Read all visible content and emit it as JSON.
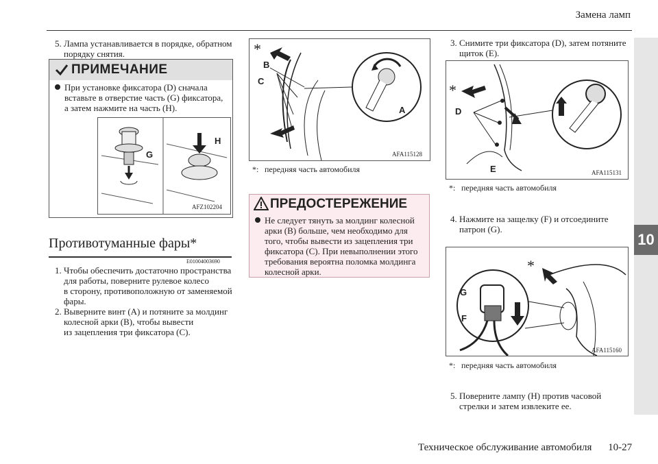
{
  "header": {
    "title": "Замена ламп"
  },
  "side_tab": {
    "chapter": "10"
  },
  "col1": {
    "step5": "5. Лампа устанавливается в порядке, обратном",
    "step5_cont": "порядку снятия.",
    "note": {
      "title": "ПРИМЕЧАНИЕ",
      "bullet_line1": "При установке фиксатора (D) сначала",
      "bullet_line2": "вставьте в отверстие часть (G) фиксатора,",
      "bullet_line3": "а затем нажмите на часть (H).",
      "fig_label_g": "G",
      "fig_label_h": "H",
      "fig_code": "AFZ102204"
    },
    "section": {
      "title": "Противотуманные фары*",
      "code": "E01004003690",
      "step1_l1": "1. Чтобы обеспечить достаточно пространства",
      "step1_l2": "для работы, поверните рулевое колесо",
      "step1_l3": "в сторону, противоположную от заменяемой",
      "step1_l4": "фары.",
      "step2_l1": "2. Выверните винт (A) и потяните за молдинг",
      "step2_l2": "колесной арки (B), чтобы вывести",
      "step2_l3": "из зацепления три фиксатора (C)."
    }
  },
  "col2": {
    "fig": {
      "star": "*",
      "label_b": "B",
      "label_c": "C",
      "label_a": "A",
      "code": "AFA115128"
    },
    "caption_star": "*:",
    "caption": "передняя часть автомобиля",
    "warning": {
      "title": "ПРЕДОСТЕРЕЖЕНИЕ",
      "l1": "Не следует тянуть за молдинг колесной",
      "l2": "арки (B) больше, чем необходимо для",
      "l3": "того, чтобы вывести из зацепления три",
      "l4": "фиксатора (C). При невыполнении этого",
      "l5": "требования вероятна поломка молдинга",
      "l6": "колесной арки."
    }
  },
  "col3": {
    "step3_l1": "3. Снимите три фиксатора (D), затем потяните",
    "step3_l2": "щиток (E).",
    "fig1": {
      "star": "*",
      "label_d": "D",
      "label_e": "E",
      "code": "AFA115131"
    },
    "caption1_star": "*:",
    "caption1": "передняя часть автомобиля",
    "step4_l1": "4. Нажмите на защелку (F) и отсоедините",
    "step4_l2": "патрон (G).",
    "fig2": {
      "star": "*",
      "label_g": "G",
      "label_f": "F",
      "code": "AFA115160"
    },
    "caption2_star": "*:",
    "caption2": "передняя часть автомобиля",
    "step5_l1": "5. Поверните лампу (H) против часовой",
    "step5_l2": "стрелки и затем извлеките ее."
  },
  "footer": {
    "text": "Техническое обслуживание автомобиля",
    "page": "10-27"
  }
}
